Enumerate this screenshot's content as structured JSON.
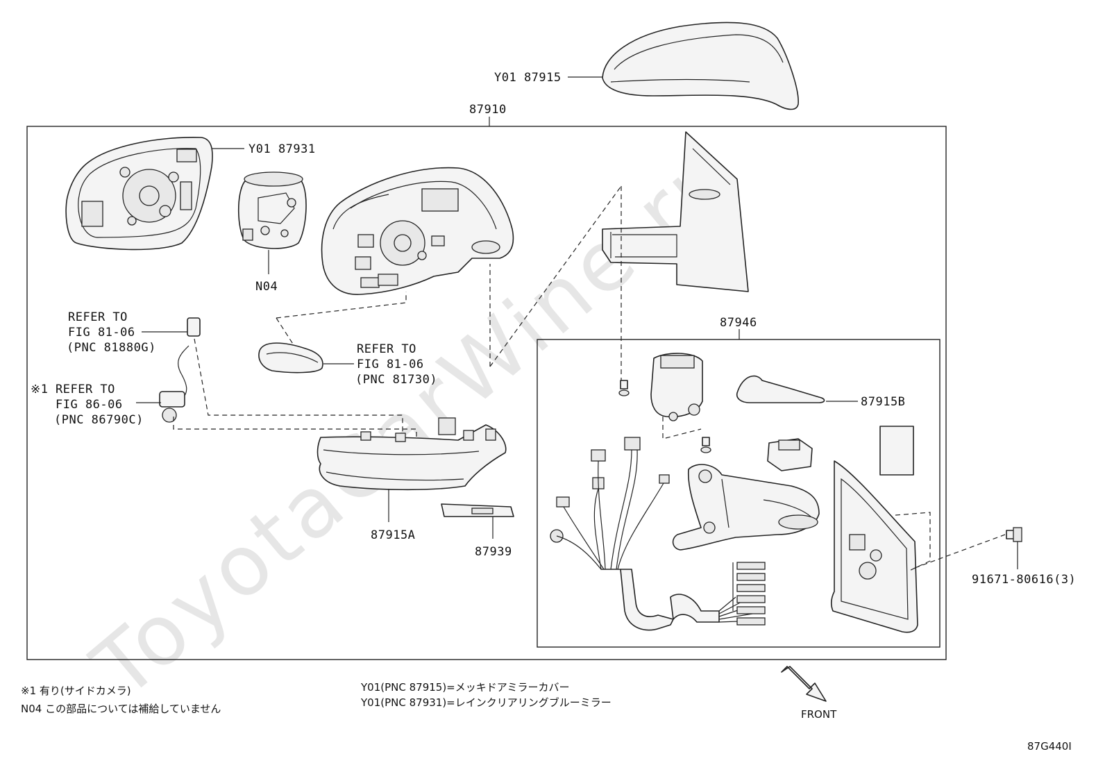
{
  "watermark": "ToyotaCarWine.ru",
  "labels": {
    "y01_87915": "Y01 87915",
    "main_assembly": "87910",
    "y01_87931": "Y01 87931",
    "n04": "N04",
    "refer_81880g": [
      "REFER TO",
      "FIG 81-06",
      "(PNC 81880G)"
    ],
    "refer_81730": [
      "REFER TO",
      "FIG 81-06",
      "(PNC 81730)"
    ],
    "refer_86790c_mark": "※1",
    "refer_86790c": [
      "REFER TO",
      "FIG 86-06",
      "(PNC 86790C)"
    ],
    "sub_assembly": "87946",
    "p87915b": "87915B",
    "p87915a": "87915A",
    "p87939": "87939",
    "bolt": "91671-80616(3)"
  },
  "footnotes": {
    "left": [
      "※1 有り(サイドカメラ)",
      "N04 この部品については補給していません"
    ],
    "center": [
      "Y01(PNC 87915)=メッキドアミラーカバー",
      "Y01(PNC 87931)=レインクリアリングブルーミラー"
    ]
  },
  "front_label": "FRONT",
  "figure_id": "87G440I",
  "icons": {
    "front_arrow": "front-arrow-icon"
  }
}
